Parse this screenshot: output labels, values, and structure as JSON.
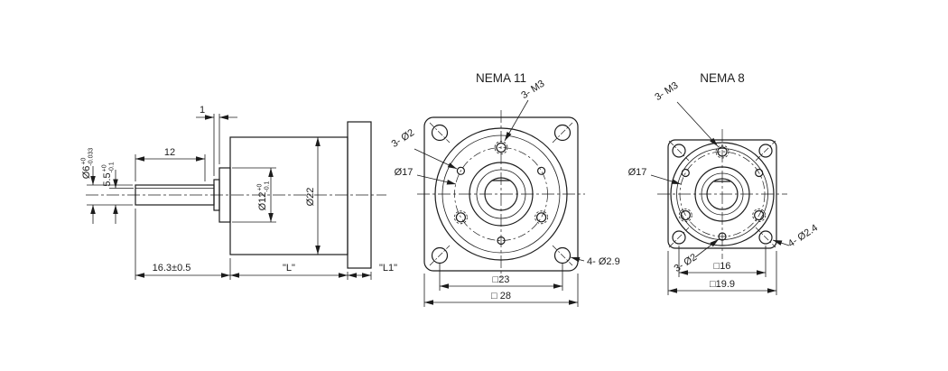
{
  "side_view": {
    "dim_washer_width": "1",
    "dim_shaft_length": "12",
    "dim_shaft_dia": {
      "main": "Ø6",
      "tol_up": "+0",
      "tol_dn": "-0.033"
    },
    "dim_shaft_flat": {
      "main": "5.5",
      "tol_up": "+0",
      "tol_dn": "-0.1"
    },
    "dim_pilot_dia": {
      "main": "Ø12",
      "tol_up": "+0",
      "tol_dn": "-0.1"
    },
    "dim_body_dia": "Ø22",
    "dim_shaft_total": "16.3±0.5",
    "dim_body_length": "\"L\"",
    "dim_flange_length": "\"L1\""
  },
  "nema11": {
    "title": "NEMA 11",
    "label_pin_holes": "3- Ø2",
    "label_thread_holes": "3- M3",
    "label_bolt_circle": "Ø17",
    "label_corner_holes": "4- Ø2.9",
    "dim_hole_spacing": "□23",
    "dim_outer": "□ 28"
  },
  "nema8": {
    "title": "NEMA 8",
    "label_thread_holes": "3- M3",
    "label_bolt_circle": "Ø17",
    "label_pin_holes": "3- Ø2",
    "label_corner_holes": "4- Ø2.4",
    "dim_hole_spacing": "□16",
    "dim_outer": "□19.9"
  }
}
